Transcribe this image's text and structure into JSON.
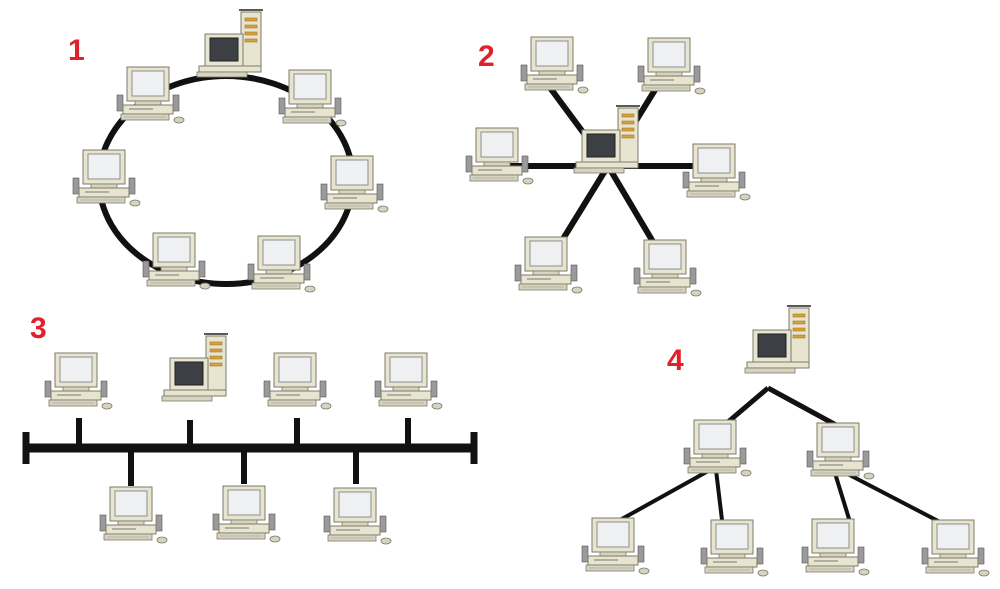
{
  "colors": {
    "label": "#e0202a",
    "cable": "#111111",
    "monitor_frame": "#e7e4d0",
    "screen": "#eef0f2",
    "server_screen": "#3c3f44",
    "keyboard": "#d6d3c0",
    "outline": "#7d7a6a"
  },
  "topologies": [
    {
      "name": "ring",
      "label": "1"
    },
    {
      "name": "star",
      "label": "2"
    },
    {
      "name": "bus",
      "label": "3"
    },
    {
      "name": "tree",
      "label": "4"
    }
  ]
}
